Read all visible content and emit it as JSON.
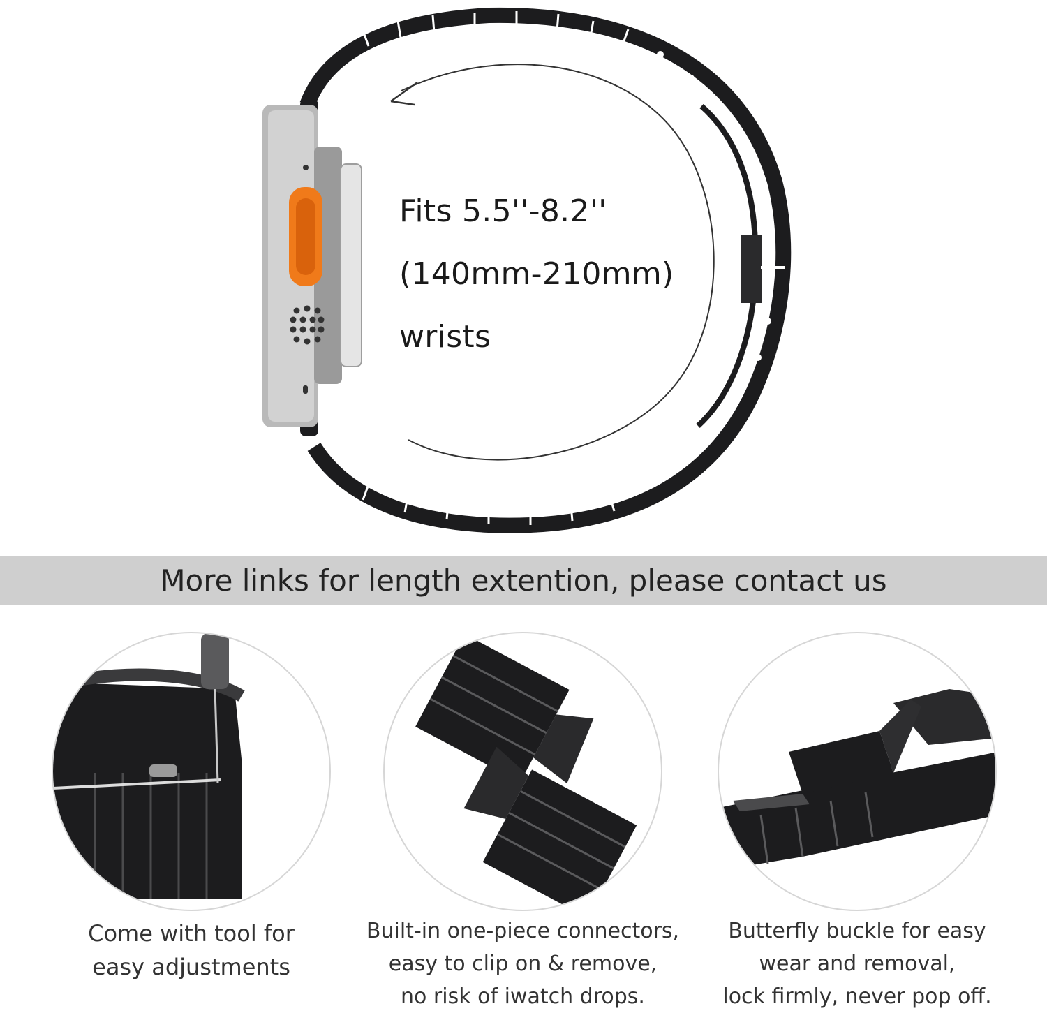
{
  "hero": {
    "fit_lines": [
      "Fits 5.5''-8.2''",
      "(140mm-210mm)",
      "wrists"
    ]
  },
  "banner": {
    "text": "More links for length extention, please contact us"
  },
  "features": [
    {
      "icon": "adjustment-tool-icon",
      "lines": [
        "Come with tool for",
        "easy adjustments"
      ]
    },
    {
      "icon": "connector-icon",
      "lines": [
        "Built-in one-piece connectors,",
        "easy to clip on & remove,",
        "no risk of iwatch drops."
      ]
    },
    {
      "icon": "butterfly-buckle-icon",
      "lines": [
        "Butterfly buckle for easy",
        "wear and removal,",
        "lock firmly, never pop off."
      ]
    }
  ],
  "colors": {
    "band": "#1c1c1e",
    "crown": "#f07a1a",
    "case": "#c9c9c9",
    "banner": "#cfcfcf"
  }
}
